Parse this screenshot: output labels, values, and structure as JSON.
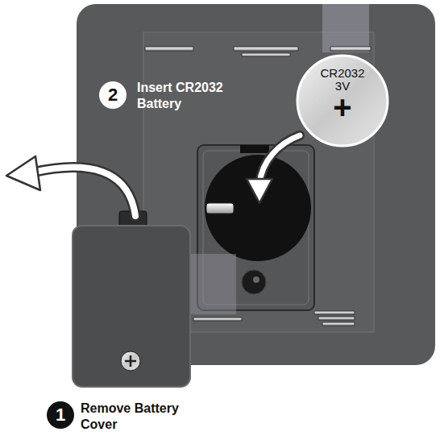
{
  "diagram": {
    "nodes": [
      {
        "text": [
          "CR2032 3V",
          "+"
        ]
      }
    ],
    "labels": [
      "2",
      "Insert CR2032 Battery",
      "1",
      "Remove Battery Cover"
    ]
  }
}
